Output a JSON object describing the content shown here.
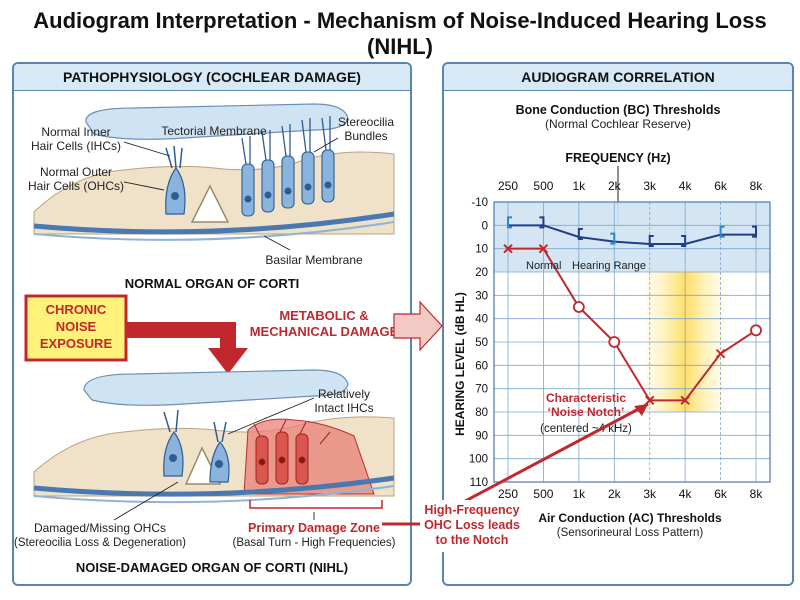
{
  "title": "Audiogram Interpretation - Mechanism of Noise-Induced Hearing Loss (NIHL)",
  "left_panel": {
    "heading": "PATHOPHYSIOLOGY (COCHLEAR DAMAGE)",
    "normal": {
      "tectorial": "Tectorial Membrane",
      "stereocilia": [
        "Stereocilia",
        "Bundles"
      ],
      "ihc": [
        "Normal Inner",
        "Hair Cells (IHCs)"
      ],
      "ohc": [
        "Normal Outer",
        "Hair Cells (OHCs)"
      ],
      "basilar": "Basilar Membrane",
      "caption": "NORMAL ORGAN OF CORTI"
    },
    "exposure": [
      "CHRONIC",
      "NOISE",
      "EXPOSURE"
    ],
    "damage_label": [
      "METABOLIC &",
      "MECHANICAL DAMAGE"
    ],
    "damaged": {
      "intact_ihc": [
        "Relatively",
        "Intact IHCs"
      ],
      "missing_ohc": [
        "Damaged/Missing OHCs",
        "(Stereocilia Loss & Degeneration)"
      ],
      "zone": [
        "Primary Damage Zone",
        "(Basal Turn - High Frequencies)"
      ],
      "caption": "NOISE-DAMAGED ORGAN OF CORTI (NIHL)"
    }
  },
  "callout": [
    "High-Frequency",
    "OHC Loss leads",
    "to the Notch"
  ],
  "right_panel": {
    "heading": "AUDIOGRAM CORRELATION",
    "bc_title": "Bone Conduction (BC) Thresholds",
    "bc_subtitle": "(Normal Cochlear Reserve)",
    "freq_label": "FREQUENCY (Hz)",
    "y_label": "HEARING LEVEL (dB HL)",
    "normal_range": [
      "Normal",
      "Hearing Range"
    ],
    "notch": [
      "Characteristic",
      "‘Noise Notch’",
      "(centered ~4 kHz)"
    ],
    "ac_title": "Air Conduction (AC) Thresholds",
    "ac_subtitle": "(Sensorineural Loss Pattern)"
  },
  "chart_data": {
    "type": "line",
    "x_ticks": [
      "250",
      "500",
      "1k",
      "2k",
      "3k",
      "4k",
      "6k",
      "8k"
    ],
    "y_ticks": [
      -10,
      0,
      10,
      20,
      30,
      40,
      50,
      60,
      70,
      80,
      90,
      100,
      110
    ],
    "ylim": [
      -10,
      110
    ],
    "normal_range": [
      -10,
      20
    ],
    "highlight_frequency": "4k",
    "series": [
      {
        "values": [
          10,
          10,
          35,
          50,
          75,
          75,
          55,
          45
        ],
        "color": "#c0282d"
      },
      {
        "values": [
          0,
          0,
          5,
          7,
          8,
          8,
          4,
          4
        ],
        "color": "#1f3f8a"
      }
    ]
  },
  "colors": {
    "accent_red": "#c0282d",
    "accent_blue": "#1f3f8a",
    "panel_border": "#5b84b1",
    "header_fill": "#d7e8f7"
  }
}
